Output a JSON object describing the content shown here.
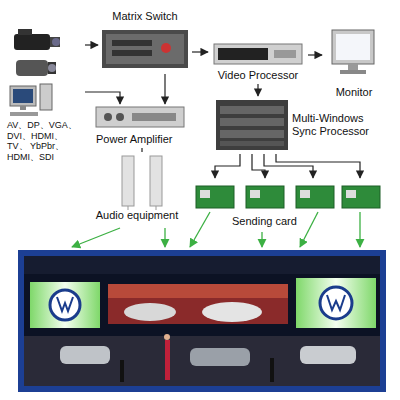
{
  "diagram": {
    "nodes": [
      {
        "text": [
          "AV、DP、VGA、 DVI、HDMI、TV、 YbPbr、HDMI、SDI"
        ]
      },
      {
        "text": [
          "Matrix Switch"
        ]
      },
      {
        "text": [
          "Video Processor"
        ]
      },
      {
        "text": [
          "Monitor"
        ]
      },
      {
        "text": [
          "Power Amplifier"
        ]
      },
      {
        "text": [
          "Multi-Windows Sync Processor"
        ]
      },
      {
        "text": [
          "Audio equipment"
        ]
      },
      {
        "text": [
          "Sending card"
        ]
      }
    ],
    "edges": [
      {
        "from": 0,
        "to": 1,
        "arrow": "to"
      },
      {
        "from": 1,
        "to": 2,
        "arrow": "to"
      },
      {
        "from": 2,
        "to": 3,
        "arrow": "to"
      },
      {
        "from": 2,
        "to": 5,
        "arrow": "to"
      },
      {
        "from": 0,
        "to": 4,
        "arrow": "to"
      },
      {
        "from": 1,
        "to": 4,
        "arrow": "to"
      },
      {
        "from": 4,
        "to": 6,
        "arrow": "none"
      },
      {
        "from": 5,
        "to": 7,
        "arrow": "to"
      }
    ]
  }
}
